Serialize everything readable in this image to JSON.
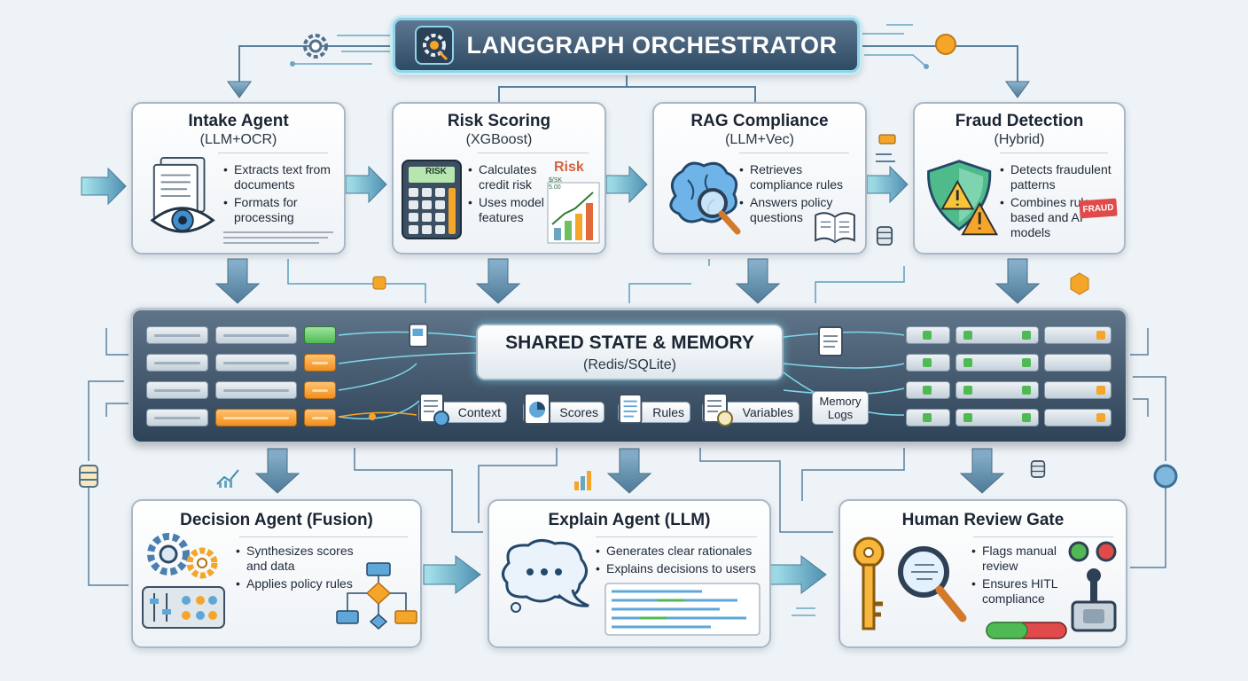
{
  "orchestrator": {
    "title": "LANGGRAPH ORCHESTRATOR"
  },
  "agents": {
    "intake": {
      "title": "Intake Agent",
      "subtitle": "(LLM+OCR)",
      "bullets": [
        "Extracts text from documents",
        "Formats for processing"
      ]
    },
    "risk": {
      "title": "Risk Scoring",
      "subtitle": "(XGBoost)",
      "bullets": [
        "Calculates credit risk",
        "Uses model features"
      ],
      "badge": "Risk",
      "calc_label": "RISK",
      "mini_label": "$/SK",
      "mini_value": "5.00"
    },
    "rag": {
      "title": "RAG Compliance",
      "subtitle": "(LLM+Vec)",
      "bullets": [
        "Retrieves compliance rules",
        "Answers policy questions"
      ]
    },
    "fraud": {
      "title": "Fraud Detection",
      "subtitle": "(Hybrid)",
      "bullets": [
        "Detects fraudulent patterns",
        "Combines rule-based and AI models"
      ],
      "tag": "FRAUD"
    },
    "decision": {
      "title": "Decision Agent (Fusion)",
      "bullets": [
        "Synthesizes scores and data",
        "Applies policy rules"
      ]
    },
    "explain": {
      "title": "Explain Agent (LLM)",
      "bullets": [
        "Generates clear rationales",
        "Explains decisions to users"
      ]
    },
    "human": {
      "title": "Human Review Gate",
      "bullets": [
        "Flags manual review",
        "Ensures HITL compliance"
      ]
    }
  },
  "shared_state": {
    "title": "SHARED STATE & MEMORY",
    "subtitle": "(Redis/SQLite)",
    "chips": [
      "Context",
      "Scores",
      "Rules",
      "Variables"
    ],
    "memory_logs": [
      "Memory",
      "Logs"
    ]
  },
  "colors": {
    "accent_teal": "#5fc8d8",
    "arrow_blue": "#5a86a6",
    "orange": "#f0a030",
    "green": "#4fba53",
    "panel_dark": "#2f4358"
  }
}
